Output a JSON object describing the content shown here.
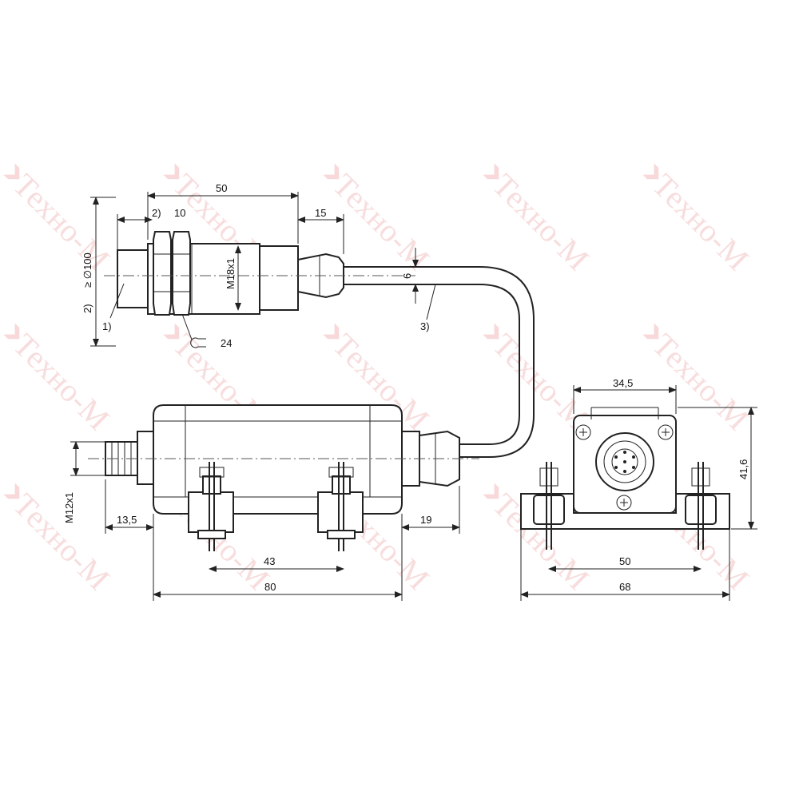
{
  "watermark": {
    "text": "Техно-М",
    "color": "#f2c2c2"
  },
  "dimensions": {
    "sensor_length": "50",
    "thread_length": "10",
    "note_2_a": "2)",
    "cable_gland": "15",
    "bend_radius": "≥ ∅100",
    "note_2_b": "2)",
    "note_1": "1)",
    "thread_size": "M18x1",
    "nut_size": "24",
    "cable_diameter": "6",
    "note_3": "3)",
    "connector_thread": "M12x1",
    "connector_length": "13,5",
    "gland_length": "19",
    "mount_spacing_front": "43",
    "housing_length": "80",
    "side_top_width": "34,5",
    "side_height": "41,6",
    "mount_spacing_side": "50",
    "side_total_width": "68"
  }
}
